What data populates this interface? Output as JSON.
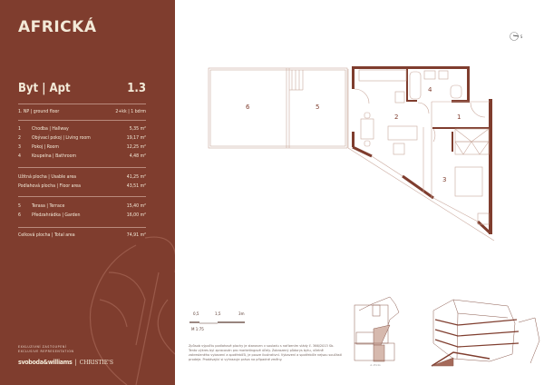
{
  "project": {
    "title": "AFRICKÁ"
  },
  "apartment": {
    "label": "Byt | Apt",
    "number": "1.3",
    "floor": "1. NP | ground floor",
    "layout": "2+kk | 1 bdrm",
    "rooms": [
      {
        "no": "1",
        "name": "Chodba | Hallway",
        "area": "5,35 m²"
      },
      {
        "no": "2",
        "name": "Obývací pokoj | Living room",
        "area": "19,17 m²"
      },
      {
        "no": "3",
        "name": "Pokoj | Room",
        "area": "12,25 m²"
      },
      {
        "no": "4",
        "name": "Koupelna | Bathroom",
        "area": "4,48 m²"
      }
    ],
    "usable_area": {
      "label": "Užitná plocha | Usable area",
      "value": "41,25 m²"
    },
    "floor_area": {
      "label": "Podlahová plocha | Floor area",
      "value": "43,51 m²"
    },
    "outdoor": [
      {
        "no": "5",
        "name": "Terasa | Terrace",
        "area": "15,40 m²"
      },
      {
        "no": "6",
        "name": "Předzahrádka | Garden",
        "area": "16,00 m²"
      }
    ],
    "total_area": {
      "label": "Celková plocha | Total area",
      "value": "74,91 m²"
    }
  },
  "representation": {
    "line1": "EXKLUZIVNÍ ZASTOUPENÍ",
    "line2": "EXCLUSIVE REPRESENTATION",
    "brand1": "svoboda&williams",
    "separator": "|",
    "brand2": "CHRISTIE'S"
  },
  "plan": {
    "room_labels": [
      "1",
      "2",
      "3",
      "4",
      "5",
      "6"
    ],
    "compass_label": "S",
    "scale_ticks": [
      "0,5",
      "1,5",
      "3m"
    ],
    "scale": "M 1:75",
    "site_plan_caption": "ul. Africká",
    "disclaimer": "Způsob výpočtu podlahové plochy je stanoven v souladu s nařízením vlády č. 366/2013 Sb. Tento výkres byl zpracován pro marketingové účely. Zobrazený půdorys bytu, včetně zakresleného vybavení a spotřebičů, je pouze ilustrativní. Vybavení a spotřebiče nejsou součástí prodeje. Prodávající si vyhrazuje právo na případné změny."
  },
  "colors": {
    "brand": "#7f3d2e",
    "text_light": "#f3ead8",
    "line": "#c9a89c"
  }
}
